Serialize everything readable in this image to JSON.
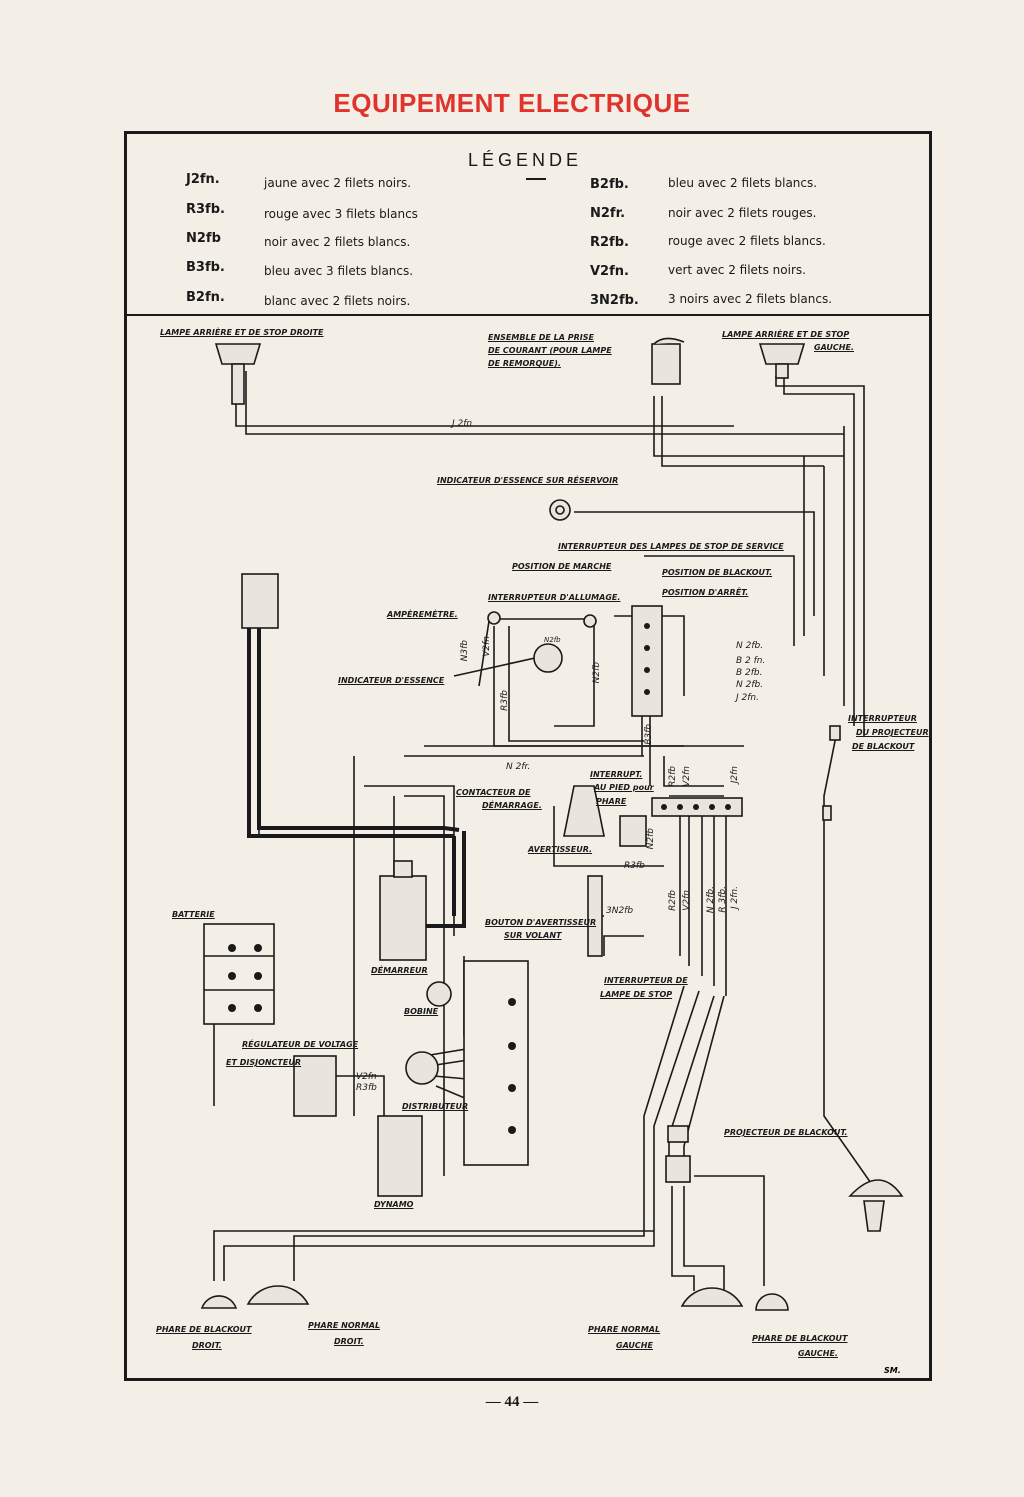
{
  "title": "EQUIPEMENT ELECTRIQUE",
  "legend": {
    "heading": "LÉGENDE",
    "left": [
      {
        "code": "J2fn.",
        "desc": "jaune avec 2 filets noirs."
      },
      {
        "code": "R3fb.",
        "desc": "rouge avec 3 filets blancs"
      },
      {
        "code": "N2fb",
        "desc": "noir avec 2 filets blancs."
      },
      {
        "code": "B3fb.",
        "desc": "bleu avec 3 filets blancs."
      },
      {
        "code": "B2fn.",
        "desc": "blanc avec 2 filets noirs."
      }
    ],
    "right": [
      {
        "code": "B2fb.",
        "desc": "bleu avec 2 filets blancs."
      },
      {
        "code": "N2fr.",
        "desc": "noir avec 2 filets rouges."
      },
      {
        "code": "R2fb.",
        "desc": "rouge avec 2 filets blancs."
      },
      {
        "code": "V2fn.",
        "desc": "vert avec 2 filets noirs."
      },
      {
        "code": "3N2fb.",
        "desc": "3 noirs avec 2 filets blancs."
      }
    ]
  },
  "labels": {
    "lampe_ar_droite": "LAMPE ARRIÈRE ET DE STOP DROITE",
    "prise_1": "ENSEMBLE DE LA PRISE",
    "prise_2": "DE COURANT (POUR LAMPE",
    "prise_3": "DE REMORQUE).",
    "lampe_ar_gauche_1": "LAMPE ARRIÈRE ET DE STOP",
    "lampe_ar_gauche_2": "GAUCHE.",
    "indicateur_reservoir": "INDICATEUR D'ESSENCE SUR RÉSERVOIR",
    "interrupteur_stop": "INTERRUPTEUR DES LAMPES DE STOP DE SERVICE",
    "position_marche": "POSITION DE MARCHE",
    "position_blackout": "POSITION DE BLACKOUT.",
    "position_arret": "POSITION D'ARRÊT.",
    "interrupteur_allumage": "INTERRUPTEUR D'ALLUMAGE.",
    "amperemetre": "AMPÈREMÈTRE.",
    "indicateur_essence": "INDICATEUR D'ESSENCE",
    "interrupteur_projecteur_1": "INTERRUPTEUR",
    "interrupteur_projecteur_2": "DU PROJECTEUR",
    "interrupteur_projecteur_3": "DE BLACKOUT",
    "interrupt_pied_1": "INTERRUPT.",
    "interrupt_pied_2": "AU PIED pour",
    "interrupt_pied_3": "PHARE",
    "contacteur_1": "CONTACTEUR DE",
    "contacteur_2": "DÉMARRAGE.",
    "avertisseur": "AVERTISSEUR.",
    "batterie": "BATTERIE",
    "demarreur": "DÉMARREUR",
    "bouton_avertisseur_1": "BOUTON D'AVERTISSEUR",
    "bouton_avertisseur_2": "SUR VOLANT",
    "interrupteur_lampe_stop_1": "INTERRUPTEUR DE",
    "interrupteur_lampe_stop_2": "LAMPE DE STOP",
    "bobine": "BOBINE",
    "regulateur_1": "RÉGULATEUR DE VOLTAGE",
    "regulateur_2": "ET DISJONCTEUR",
    "distributeur": "DISTRIBUTEUR",
    "dynamo": "DYNAMO",
    "projecteur_blackout": "PROJECTEUR DE BLACKOUT.",
    "phare_blackout_droit_1": "PHARE DE BLACKOUT",
    "phare_blackout_droit_2": "DROIT.",
    "phare_normal_droit_1": "PHARE NORMAL",
    "phare_normal_droit_2": "DROIT.",
    "phare_normal_gauche_1": "PHARE NORMAL",
    "phare_normal_gauche_2": "GAUCHE",
    "phare_blackout_gauche_1": "PHARE DE BLACKOUT",
    "phare_blackout_gauche_2": "GAUCHE."
  },
  "wires": {
    "j2fn_top": "J 2fn",
    "n2fb": "N 2fb.",
    "b2fn": "B 2 fn.",
    "b2fb": "B 2fb.",
    "n2fb_b": "N 2fb.",
    "j2fn": "J 2fn.",
    "n2fr": "N 2fr.",
    "n3fb": "N3fb",
    "v2fn_top": "V2fn",
    "r3fb_v": "R3fb",
    "n2fb_small": "N2fb",
    "n2fb_v": "N2fb",
    "b3fb_v": "B3fb",
    "r2fb_v": "R2fb",
    "v2fn_v": "V2fn",
    "j2fn_v": "J2fn",
    "n2fb_d": "N2fb",
    "r3fb_d": "R3fb",
    "n3n2fb": "3N2fb",
    "r2fb_low": "R2fb",
    "v2fn_low": "V2fn",
    "n2fb_low": "N 2fb.",
    "r3fb_low": "R 3fb.",
    "j2fn_low": "J 2fn.",
    "v2fn_reg": "V2fn",
    "r3fb_reg": "R3fb"
  },
  "signature": "SM.",
  "page_number": "— 44 —",
  "colors": {
    "title": "#e0332b",
    "ink": "#1a1a1a",
    "paper": "#f3efe6"
  }
}
